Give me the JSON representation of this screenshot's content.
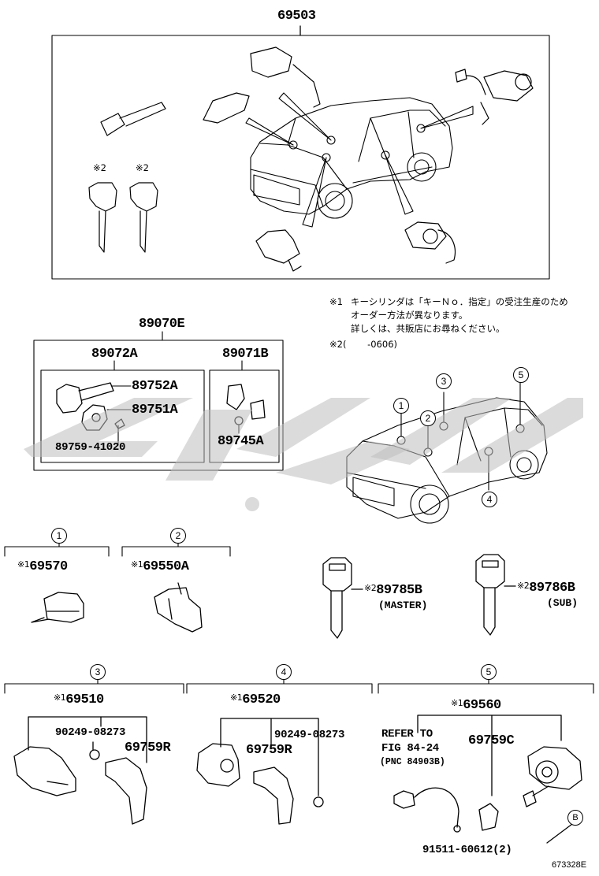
{
  "assembly": {
    "part_no": "69503"
  },
  "key_set": {
    "part_no": "89070E",
    "transponder": {
      "part_no": "89072A",
      "key_plate": "89752A",
      "cover": "89751A",
      "screw": "89759-41020"
    },
    "battery_kit": {
      "part_no": "89071B",
      "battery": "89745A"
    }
  },
  "top_notes": {
    "mark_2a": "※2",
    "mark_2b": "※2"
  },
  "notes": {
    "n1_mark": "※1",
    "n1_line1": "キーシリンダは「キーＮｏ．指定」の受注生産のため",
    "n1_line2": "オーダー方法が異なります。",
    "n1_line3": "詳しくは、共販店にお尋ねください。",
    "n2": "※2(　　 -0606)"
  },
  "locations": [
    "1",
    "2",
    "3",
    "4",
    "5"
  ],
  "groups": {
    "g1": {
      "index": "1",
      "mark": "※1",
      "part_no": "69570"
    },
    "g2": {
      "index": "2",
      "mark": "※1",
      "part_no": "69550A"
    },
    "g3": {
      "index": "3",
      "mark": "※1",
      "part_no": "69510",
      "bolt": "90249-08273",
      "cover": "69759R"
    },
    "g4": {
      "index": "4",
      "mark": "※1",
      "part_no": "69520",
      "bolt": "90249-08273",
      "cover": "69759R"
    },
    "g5": {
      "index": "5",
      "mark": "※1",
      "part_no": "69560",
      "refer_1": "REFER TO",
      "refer_2": "FIG 84-24",
      "refer_3": "(PNC 84903B)",
      "cover": "69759C",
      "screw": "91511-60612(2)",
      "ref_mark": "B"
    }
  },
  "keys": {
    "master": {
      "mark": "※2",
      "part_no": "89785B",
      "label": "(MASTER)"
    },
    "sub": {
      "mark": "※2",
      "part_no": "89786B",
      "label": "(SUB)"
    }
  },
  "figure_id": "673328E"
}
